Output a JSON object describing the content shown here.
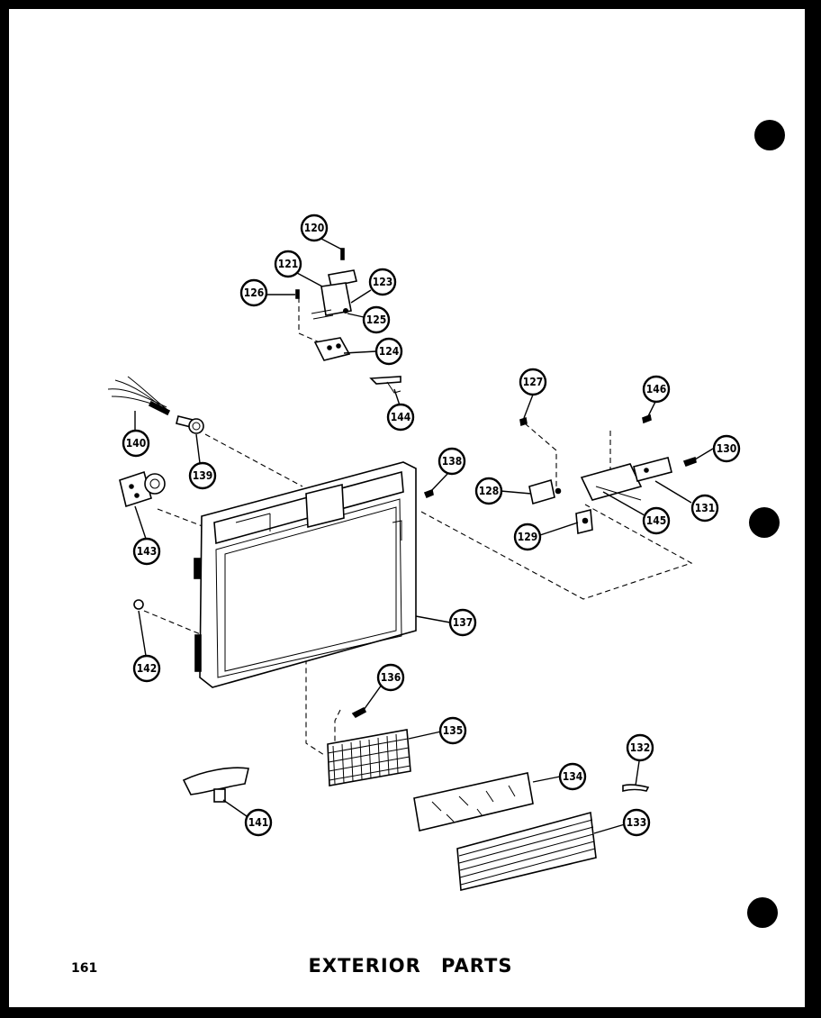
{
  "title": "EXTERIOR PARTS",
  "page_number": "161",
  "callouts": [
    "120",
    "121",
    "126",
    "123",
    "125",
    "124",
    "144",
    "140",
    "138",
    "139",
    "143",
    "142",
    "137",
    "136",
    "135",
    "141",
    "134",
    "132",
    "133",
    "127",
    "146",
    "130",
    "128",
    "131",
    "145",
    "129"
  ]
}
